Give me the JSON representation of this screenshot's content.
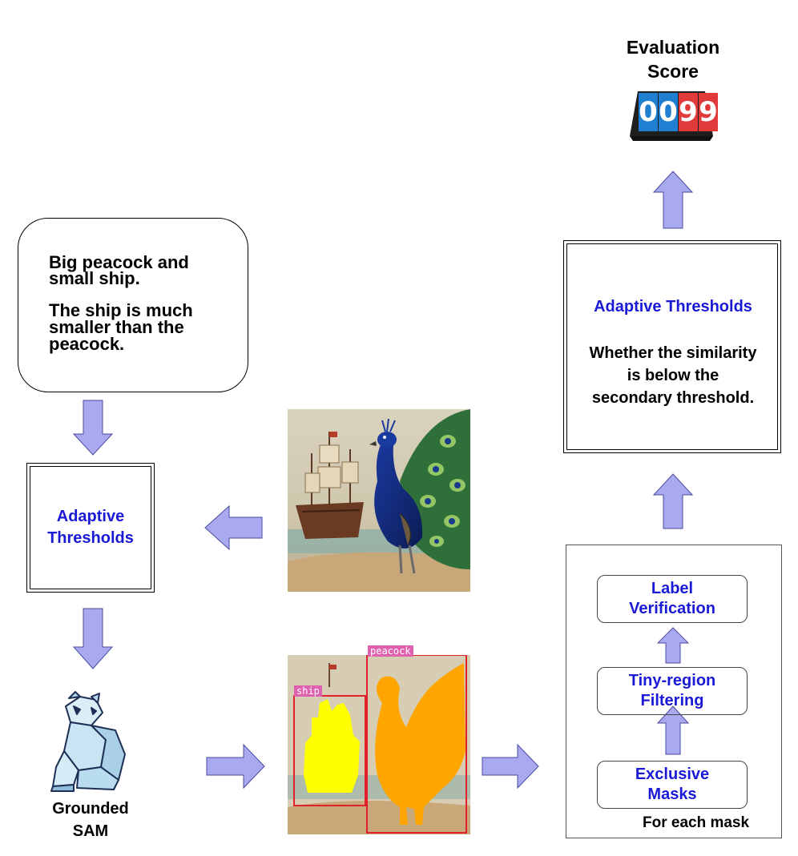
{
  "prompt": {
    "line1": "Big peacock and",
    "line2": "small ship.",
    "line3": "The ship is much",
    "line4": "smaller than the",
    "line5": "peacock."
  },
  "left_thresholds": {
    "line1": "Adaptive",
    "line2": "Thresholds"
  },
  "grounded_sam": {
    "line1": "Grounded",
    "line2": "SAM"
  },
  "segmentation": {
    "ship_tag": "ship",
    "peacock_tag": "peacock"
  },
  "pipeline": {
    "step1_line1": "Exclusive",
    "step1_line2": "Masks",
    "step2_line1": "Tiny-region",
    "step2_line2": "Filtering",
    "step3_line1": "Label",
    "step3_line2": "Verification",
    "footer": "For each mask"
  },
  "right_thresholds": {
    "title": "Adaptive Thresholds",
    "line1": "Whether the similarity",
    "line2": "is below the",
    "line3": "secondary threshold."
  },
  "evaluation": {
    "line1": "Evaluation",
    "line2": "Score",
    "digits": [
      "0",
      "0",
      "9",
      "9"
    ]
  },
  "colors": {
    "arrow_fill": "#a9a9f0",
    "arrow_stroke": "#4a4aa0",
    "accent_blue": "#1a1ad6",
    "ship_mask": "#ffff00",
    "peacock_mask": "#ffa500",
    "box_red": "#e0202a",
    "tag_pink": "#e060b0"
  }
}
